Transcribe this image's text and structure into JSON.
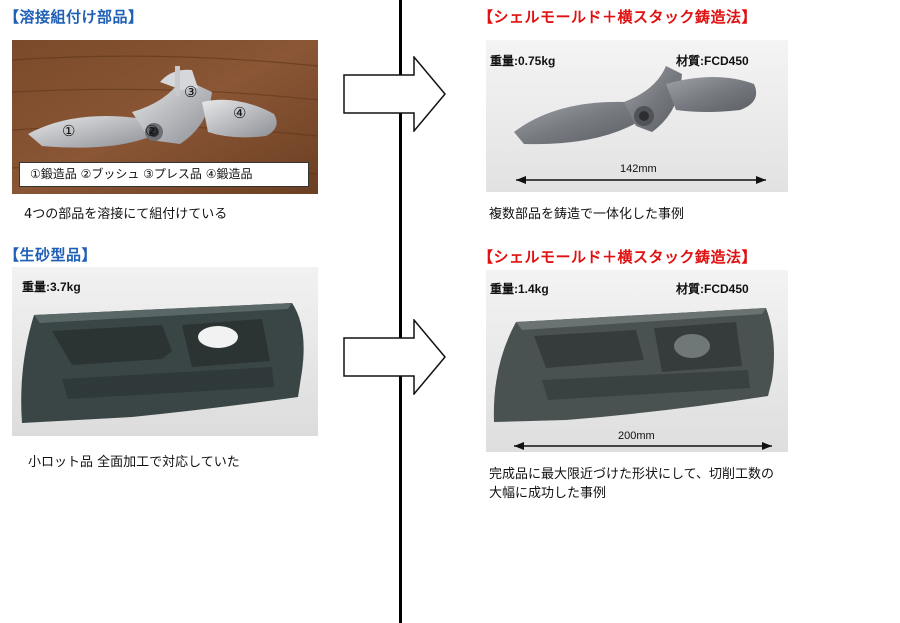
{
  "left_top": {
    "heading": "【溶接組付け部品】",
    "callouts": [
      "①",
      "②",
      "③",
      "④"
    ],
    "legend": "①鍛造品 ②ブッシュ ③プレス品 ④鍛造品",
    "caption": "4つの部品を溶接にて組付けている"
  },
  "left_bottom": {
    "heading": "【生砂型品】",
    "weight": "重量:3.7kg",
    "caption": "小ロット品 全面加工で対応していた"
  },
  "right_top": {
    "heading": "【シェルモールド＋横スタック鋳造法】",
    "weight": "重量:0.75kg",
    "material": "材質:FCD450",
    "dimension": "142mm",
    "caption": "複数部品を鋳造で一体化した事例"
  },
  "right_bottom": {
    "heading": "【シェルモールド＋横スタック鋳造法】",
    "weight": "重量:1.4kg",
    "material": "材質:FCD450",
    "dimension": "200mm",
    "caption_line1": "完成品に最大限近づけた形状にして、切削工数の",
    "caption_line2": "大幅に成功した事例"
  },
  "colors": {
    "heading_blue": "#1f5fb5",
    "heading_red": "#e01010",
    "divider": "#000000"
  },
  "icons": [
    "right-arrow-icon",
    "right-arrow-icon"
  ]
}
